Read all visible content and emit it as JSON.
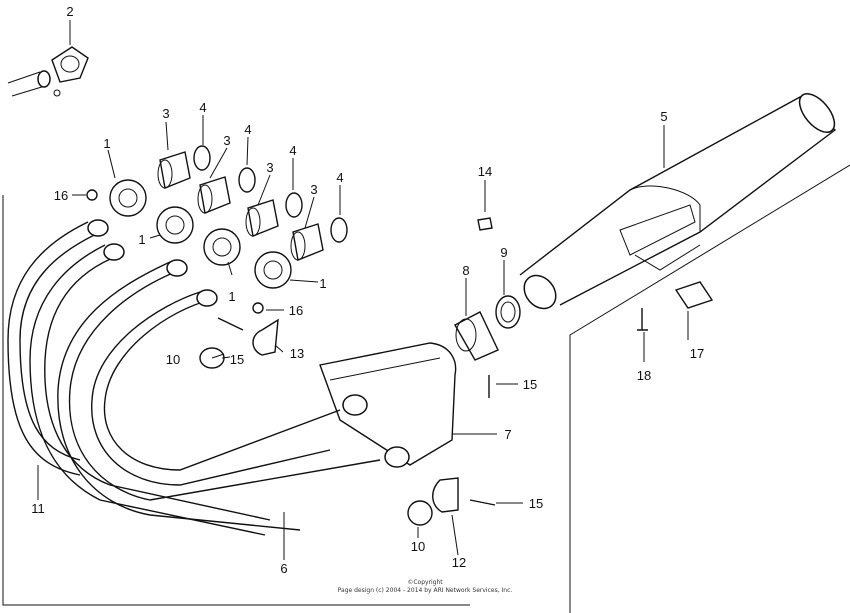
{
  "diagram": {
    "callouts": [
      "1",
      "1",
      "1",
      "1",
      "2",
      "3",
      "3",
      "3",
      "3",
      "4",
      "4",
      "4",
      "4",
      "5",
      "6",
      "7",
      "8",
      "9",
      "10",
      "10",
      "11",
      "12",
      "13",
      "14",
      "15",
      "15",
      "15",
      "16",
      "16",
      "17",
      "18"
    ],
    "copyright_line1": "©Copyright",
    "copyright_line2": "Page design (c) 2004 - 2014 by ARI Network Services, Inc."
  }
}
